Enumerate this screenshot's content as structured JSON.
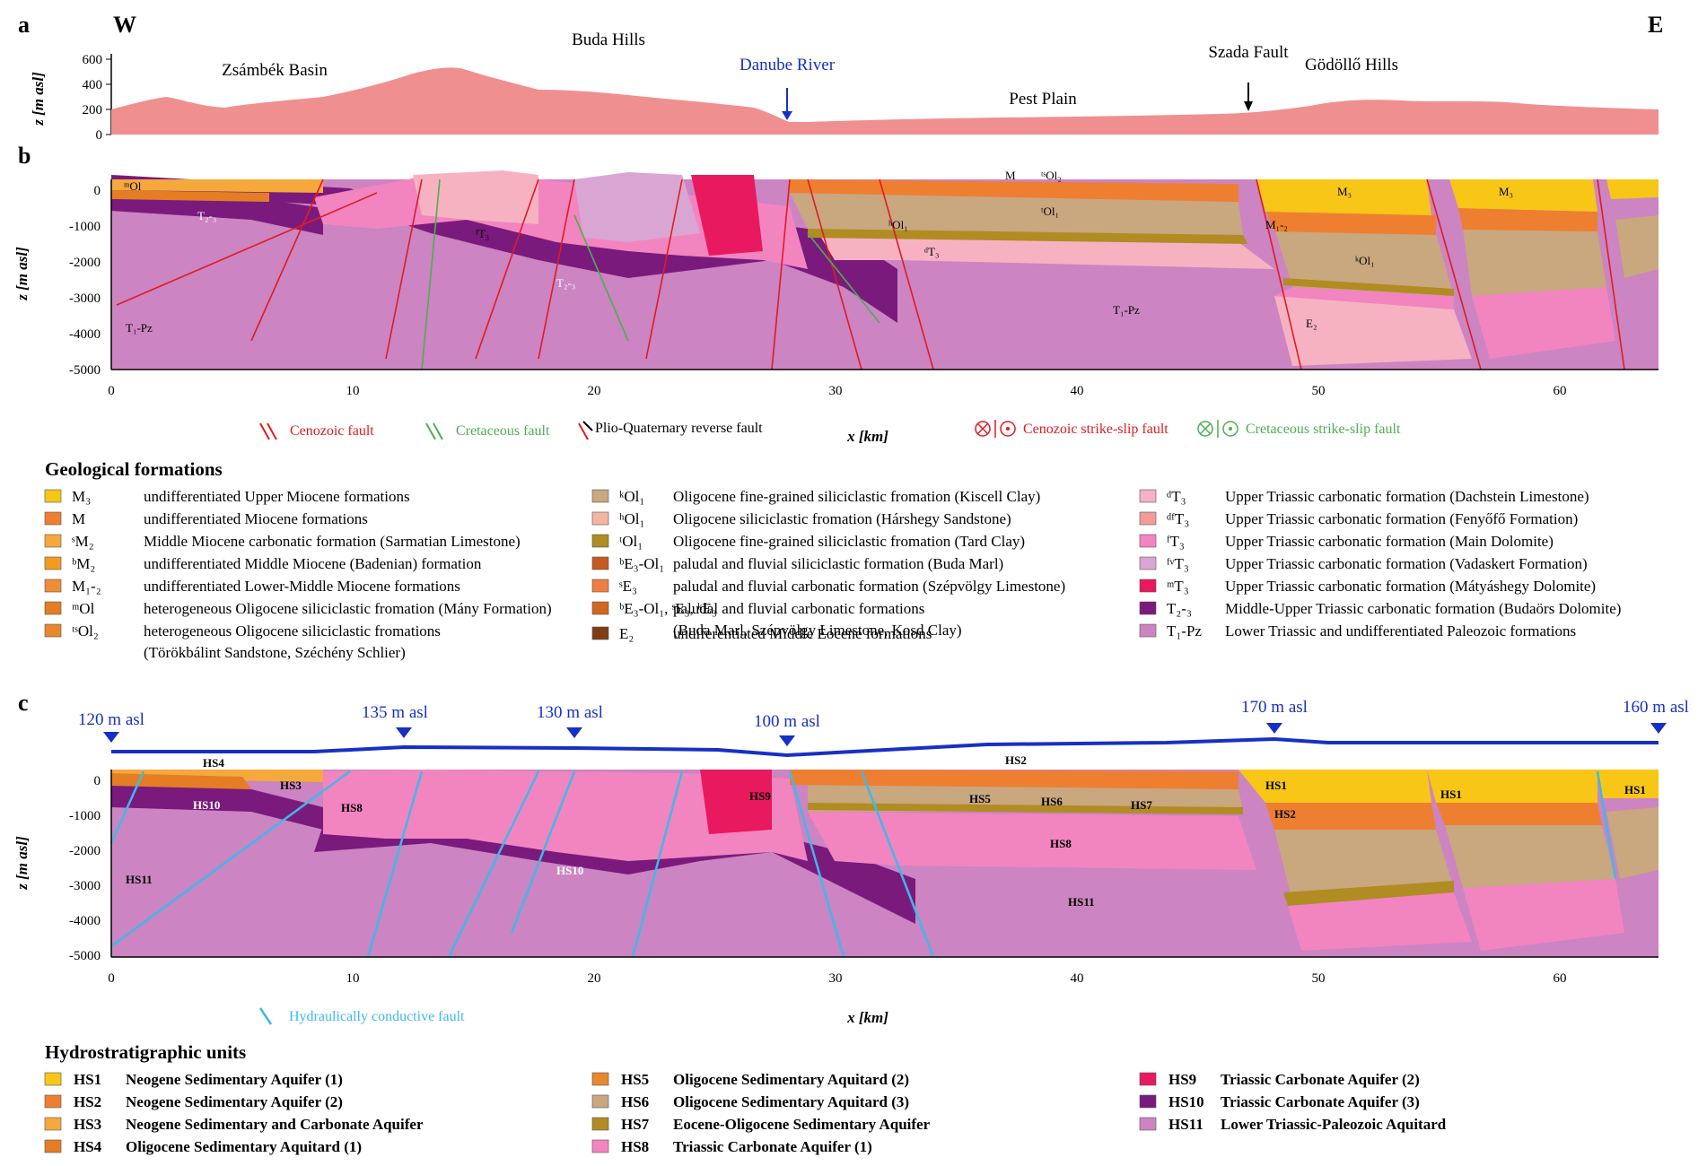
{
  "panels": {
    "a": "a",
    "b": "b",
    "c": "c"
  },
  "panel_a": {
    "west": "W",
    "east": "E",
    "ylabel": "z [m asl]",
    "yticks": [
      "600",
      "400",
      "200",
      "0"
    ],
    "places": [
      "Zsámbék Basin",
      "Buda Hills",
      "Danube River",
      "Pest Plain",
      "Szada Fault",
      "Gödöllő Hills"
    ]
  },
  "panel_b": {
    "ylabel": "z [m asl]",
    "yticks": [
      "0",
      "-1000",
      "-2000",
      "-3000",
      "-4000",
      "-5000"
    ],
    "xticks": [
      "0",
      "10",
      "20",
      "30",
      "40",
      "50",
      "60"
    ],
    "xlabel": "x [km]",
    "fault_legend": [
      "Cenozoic fault",
      "Cretaceous fault",
      "Plio-Quaternary reverse fault",
      "Cenozoic strike-slip fault",
      "Cretaceous strike-slip fault"
    ],
    "labels": [
      "T₁-Pz",
      "T₂-₃",
      "ᵈT₃",
      "ᶠT₃",
      "M₃",
      "M₁-₂",
      "ᵏOl₁",
      "ᵗOl₁",
      "ʰOl₁",
      "ᵐOl",
      "E₂",
      "M",
      "ᵗˢOl₂"
    ]
  },
  "geo_legend": {
    "title": "Geological formations",
    "items": [
      {
        "code": "M₃",
        "text": "undifferentiated Upper Miocene formations",
        "color": "#f7c617"
      },
      {
        "code": "M",
        "text": "undifferentiated Miocene formations",
        "color": "#ee7f30"
      },
      {
        "code": "ˢM₂",
        "text": "Middle Miocene  carbonatic formation (Sarmatian Limestone)",
        "color": "#f5a83c"
      },
      {
        "code": "ᵇM₂",
        "text": "undifferentiated Middle Miocene (Badenian) formation",
        "color": "#f39a22"
      },
      {
        "code": "M₁-₂",
        "text": "undifferentiated Lower-Middle Miocene formations",
        "color": "#ef8c3a"
      },
      {
        "code": "ᵐOl",
        "text": "heterogeneous Oligocene siliciclastic fromation (Mány Formation)",
        "color": "#e47d24"
      },
      {
        "code": "ᵗˢOl₂",
        "text": "heterogeneous Oligocene siliciclastic fromations",
        "text2": "(Törökbálint Sandstone, Széchény Schlier)",
        "color": "#e8872d"
      },
      {
        "code": "ᵏOl₁",
        "text": "Oligocene fine-grained siliciclastic fromation (Kiscell Clay)",
        "color": "#c9a77f"
      },
      {
        "code": "ʰOl₁",
        "text": "Oligocene siliciclastic fromation (Hárshegy Sandstone)",
        "color": "#f6b5a1"
      },
      {
        "code": "ᵗOl₁",
        "text": "Oligocene fine-grained siliciclastic fromation (Tard Clay)",
        "color": "#b08c22"
      },
      {
        "code": "ᵇE₃-Ol₁",
        "text": "paludal and fluvial siliciclastic formation (Buda Marl)",
        "color": "#c65a1e"
      },
      {
        "code": "ˢE₃",
        "text": "paludal and fluvial carbonatic formation (Szépvölgy Limestone)",
        "color": "#ef7e40"
      },
      {
        "code": "ᵇE₃-Ol₁, ˢE₃, ᵏE₃",
        "text": "paludal and fluvial carbonatic formations",
        "text2": "(Buda Marl, Szépvölgy Limestone, Kosd Clay)",
        "color": "#d2661f"
      },
      {
        "code": "E₂",
        "text": "undiferentiated Middle Eocene formations",
        "color": "#7e3e12"
      },
      {
        "code": "ᵈT₃",
        "text": "Upper Triassic carbonatic formation (Dachstein Limestone)",
        "color": "#f7b2c2"
      },
      {
        "code": "ᵈᶠT₃",
        "text": "Upper Triassic carbonatic formation (Fenyőfő Formation)",
        "color": "#f39b9b"
      },
      {
        "code": "ᶠT₃",
        "text": "Upper Triassic carbonatic formation (Main Dolomite)",
        "color": "#f285c0"
      },
      {
        "code": "ᶠᵛT₃",
        "text": "Upper Triassic carbonatic formation (Vadaskert Formation)",
        "color": "#d9a6d3"
      },
      {
        "code": "ᵐT₃",
        "text": "Upper Triassic carbonatic formation (Mátyáshegy Dolomite)",
        "color": "#e8195e"
      },
      {
        "code": "T₂-₃",
        "text": "Middle-Upper Triassic carbonatic formation (Budaörs Dolomite)",
        "color": "#7a1a7d"
      },
      {
        "code": "T₁-Pz",
        "text": "Lower Triassic and undifferentiated Paleozoic formations",
        "color": "#cc84c2"
      }
    ]
  },
  "panel_c": {
    "ylabel": "z [m asl]",
    "yticks": [
      "0",
      "-1000",
      "-2000",
      "-3000",
      "-4000",
      "-5000"
    ],
    "xticks": [
      "0",
      "10",
      "20",
      "30",
      "40",
      "50",
      "60"
    ],
    "xlabel": "x [km]",
    "water_levels": [
      "120 m asl",
      "135 m asl",
      "130 m asl",
      "100 m asl",
      "170 m asl",
      "160 m asl"
    ],
    "fault_legend": "Hydraulically conductive fault",
    "unit_labels": [
      "HS1",
      "HS2",
      "HS3",
      "HS4",
      "HS5",
      "HS6",
      "HS7",
      "HS8",
      "HS9",
      "HS10",
      "HS11"
    ]
  },
  "hydro_legend": {
    "title": "Hydrostratigraphic units",
    "items": [
      {
        "code": "HS1",
        "text": "Neogene Sedimentary Aquifer (1)",
        "color": "#f7c617"
      },
      {
        "code": "HS2",
        "text": "Neogene Sedimentary Aquifer (2)",
        "color": "#ee7f30"
      },
      {
        "code": "HS3",
        "text": "Neogene Sedimentary and Carbonate Aquifer",
        "color": "#f5a83c"
      },
      {
        "code": "HS4",
        "text": "Oligocene Sedimentary Aquitard (1)",
        "color": "#e47d24"
      },
      {
        "code": "HS5",
        "text": "Oligocene Sedimentary Aquitard (2)",
        "color": "#e8872d"
      },
      {
        "code": "HS6",
        "text": "Oligocene Sedimentary Aquitard (3)",
        "color": "#c9a77f"
      },
      {
        "code": "HS7",
        "text": "Eocene-Oligocene Sedimentary Aquifer",
        "color": "#b08c22"
      },
      {
        "code": "HS8",
        "text": "Triassic Carbonate Aquifer (1)",
        "color": "#f285c0"
      },
      {
        "code": "HS9",
        "text": "Triassic Carbonate Aquifer (2)",
        "color": "#e8195e"
      },
      {
        "code": "HS10",
        "text": "Triassic Carbonate Aquifer (3)",
        "color": "#7a1a7d"
      },
      {
        "code": "HS11",
        "text": "Lower Triassic-Paleozoic Aquitard",
        "color": "#cc84c2"
      }
    ]
  }
}
